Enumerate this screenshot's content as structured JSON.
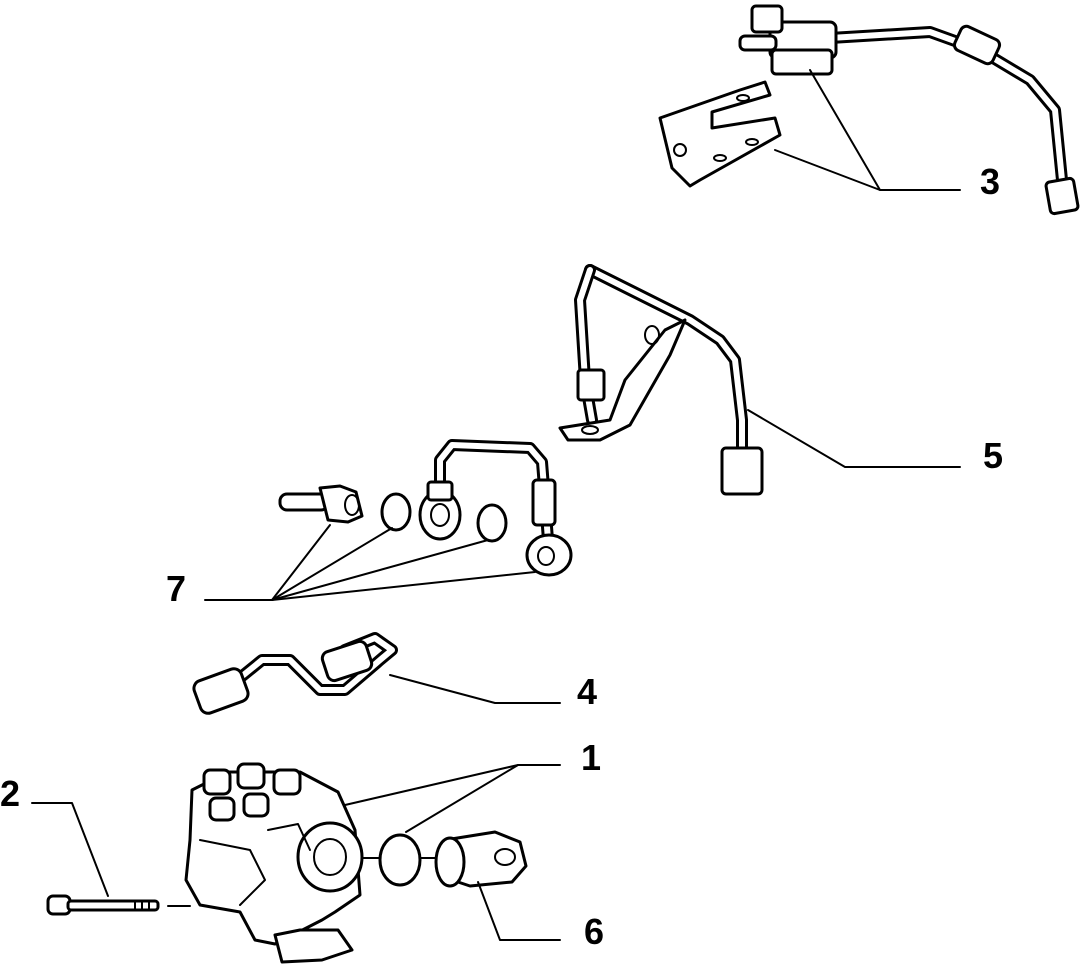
{
  "callouts": {
    "p1": "1",
    "p2": "2",
    "p3": "3",
    "p4": "4",
    "p5": "5",
    "p6": "6",
    "p7": "7"
  },
  "colors": {
    "line": "#000000",
    "background": "#ffffff"
  }
}
